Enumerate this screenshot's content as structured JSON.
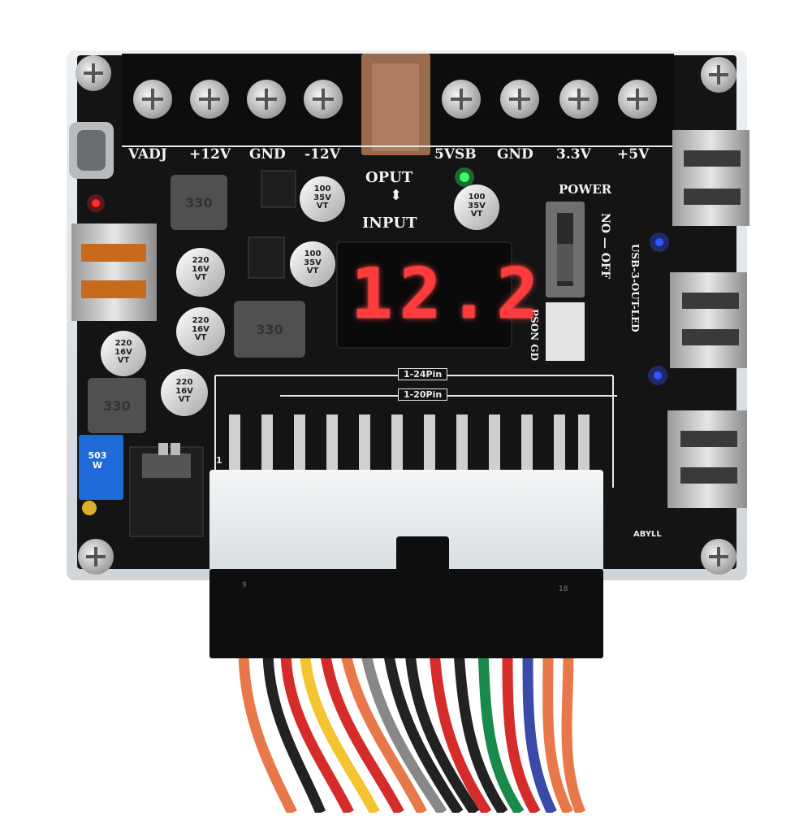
{
  "board": {
    "terminal_labels": [
      "VADJ",
      "+12V",
      "GND",
      "-12V",
      "5VSB",
      "GND",
      "3.3V",
      "+5V"
    ],
    "oput_label": "OPUT",
    "input_label": "INPUT",
    "power_label": "POWER",
    "switch_label": "NO — OFF",
    "pson_label": "PSON GD",
    "usb_led_label": "USB-3-OUT-LED",
    "pin24_label": "1-24Pin",
    "pin20_label": "1-20Pin",
    "display_value": "12.2",
    "brand_label": "ABYLL",
    "trimpot_label": "503\nW",
    "pin_marker": "1",
    "colors": {
      "pcb": "#141414",
      "acrylic": "#d8dde0",
      "display_red": "#ff3b3b",
      "led_green": "#33ff66",
      "led_blue": "#3355ff",
      "led_red": "#ff2a2a"
    }
  },
  "components": {
    "inductors": [
      "330",
      "330",
      "330"
    ],
    "capacitors": [
      "100\n35V\nVT",
      "100\n35V\nVT",
      "220\n16V\nVT",
      "220\n16V\nVT",
      "100\n35V\nVT",
      "220\n16V\nVT",
      "220\n16V\nVT"
    ]
  },
  "connector": {
    "pin_left": "9",
    "pin_right": "18"
  },
  "wires": {
    "colors": [
      "#e8784a",
      "#222222",
      "#d62b2b",
      "#f4c430",
      "#d62b2b",
      "#777777",
      "#222222",
      "#1a8a4a",
      "#d62b2b",
      "#3a4aa8",
      "#e8784a",
      "#d62b2b",
      "#222222"
    ]
  }
}
